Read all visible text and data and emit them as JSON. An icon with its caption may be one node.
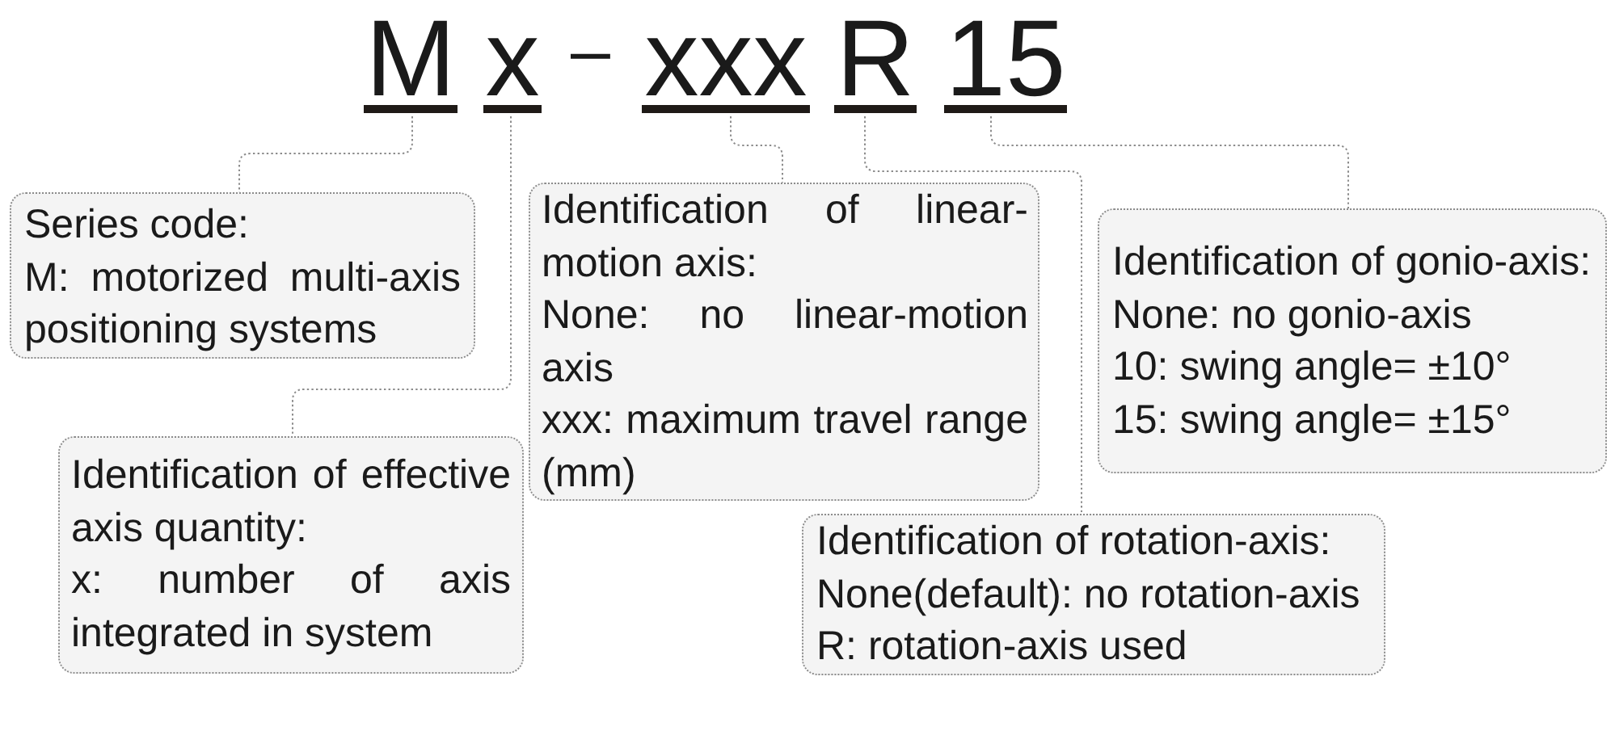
{
  "diagram": {
    "nodes": [
      {
        "text": [
          "M"
        ]
      },
      {
        "text": [
          "x"
        ]
      },
      {
        "text": [
          "xxx"
        ]
      },
      {
        "text": [
          "R"
        ]
      },
      {
        "text": [
          "15"
        ]
      },
      {
        "text": [
          "Series code:",
          "M: motorized multi-axis positioning systems"
        ]
      },
      {
        "text": [
          "Identification of effective axis quantity:",
          "x: number of axis integrated in system"
        ]
      },
      {
        "text": [
          "Identification of linear-motion axis:",
          "None: no linear-motion axis",
          "xxx: maximum travel range (mm)"
        ]
      },
      {
        "text": [
          "Identification of rotation-axis:",
          "None(default): no rotation-axis",
          "R: rotation-axis used"
        ]
      },
      {
        "text": [
          "Identification of gonio-axis:",
          "None: no gonio-axis",
          "10: swing angle= ±10°",
          "15: swing angle= ±15°"
        ]
      }
    ],
    "edges": [
      {
        "from": 0,
        "to": 5,
        "arrow": "none",
        "style": "dashed"
      },
      {
        "from": 1,
        "to": 6,
        "arrow": "none",
        "style": "dashed"
      },
      {
        "from": 2,
        "to": 7,
        "arrow": "none",
        "style": "dashed"
      },
      {
        "from": 3,
        "to": 8,
        "arrow": "none",
        "style": "dashed"
      },
      {
        "from": 4,
        "to": 9,
        "arrow": "none",
        "style": "dashed"
      }
    ],
    "labels": [
      "–"
    ]
  }
}
